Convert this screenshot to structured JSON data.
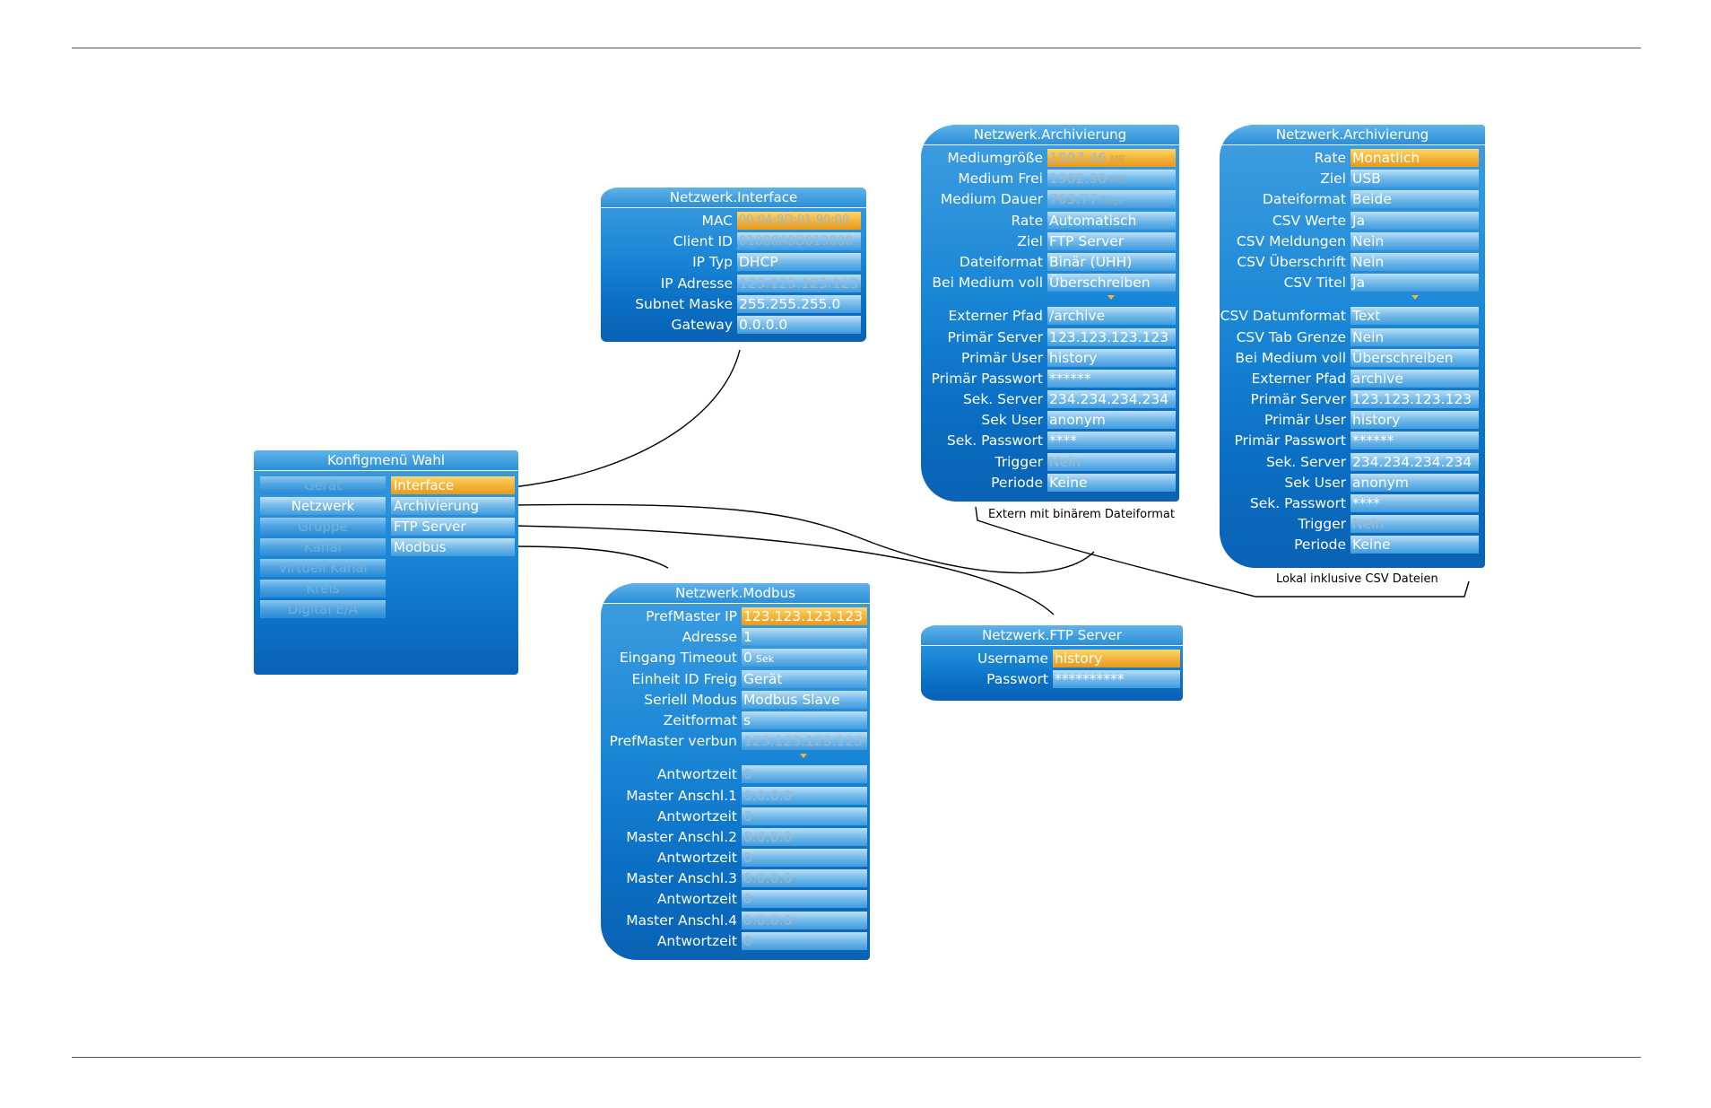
{
  "konfigmenu": {
    "title": "Konfigmenü Wahl",
    "left": [
      "Gerät",
      "Netzwerk",
      "Gruppe",
      "Kanal",
      "Virtuell Kanal",
      "Kreis",
      "Digital E/A"
    ],
    "right": [
      "Interface",
      "Archivierung",
      "FTP Server",
      "Modbus"
    ]
  },
  "interface_panel": {
    "title": "Netzwerk.Interface",
    "rows": [
      {
        "label": "MAC",
        "value": "00:0A:8D:01:90:00"
      },
      {
        "label": "Client ID",
        "value": "01000A8D019000"
      },
      {
        "label": "IP Typ",
        "value": "DHCP"
      },
      {
        "label": "IP Adresse",
        "value": "123.123.123.123"
      },
      {
        "label": "Subnet Maske",
        "value": "255.255.255.0"
      },
      {
        "label": "Gateway",
        "value": "0.0.0.0"
      }
    ]
  },
  "archiv1_panel": {
    "title": "Netzwerk.Archivierung",
    "rows_top": [
      {
        "label": "Mediumgröße",
        "value": "1907.46",
        "unit": "MB"
      },
      {
        "label": "Medium Frei",
        "value": "1902.90",
        "unit": "MB"
      },
      {
        "label": "Medium Dauer",
        "value": "763.77",
        "unit": "Tage"
      },
      {
        "label": "Rate",
        "value": "Automatisch"
      },
      {
        "label": "Ziel",
        "value": "FTP Server"
      },
      {
        "label": "Dateiformat",
        "value": "Binär (UHH)"
      },
      {
        "label": "Bei Medium voll",
        "value": "Überschreiben"
      }
    ],
    "rows_bottom": [
      {
        "label": "Externer Pfad",
        "value": "/archive"
      },
      {
        "label": "Primär Server",
        "value": "123.123.123.123"
      },
      {
        "label": "Primär User",
        "value": "history"
      },
      {
        "label": "Primär Passwort",
        "value": "******"
      },
      {
        "label": "Sek. Server",
        "value": "234.234.234.234"
      },
      {
        "label": "Sek User",
        "value": "anonym"
      },
      {
        "label": "Sek. Passwort",
        "value": "****"
      },
      {
        "label": "Trigger",
        "value": "Nein"
      },
      {
        "label": "Periode",
        "value": "Keine"
      }
    ],
    "caption": "Extern mit binärem Dateiformat"
  },
  "archiv2_panel": {
    "title": "Netzwerk.Archivierung",
    "rows_top": [
      {
        "label": "Rate",
        "value": "Monatlich"
      },
      {
        "label": "Ziel",
        "value": "USB"
      },
      {
        "label": "Dateiformat",
        "value": "Beide"
      },
      {
        "label": "CSV Werte",
        "value": "Ja"
      },
      {
        "label": "CSV Meldungen",
        "value": "Nein"
      },
      {
        "label": "CSV Überschrift",
        "value": "Nein"
      },
      {
        "label": "CSV Titel",
        "value": "Ja"
      }
    ],
    "rows_bottom": [
      {
        "label": "CSV Datumformat",
        "value": "Text"
      },
      {
        "label": "CSV Tab Grenze",
        "value": "Nein"
      },
      {
        "label": "Bei Medium voll",
        "value": "Überschreiben"
      },
      {
        "label": "Externer Pfad",
        "value": "archive"
      },
      {
        "label": "Primär Server",
        "value": "123.123.123.123"
      },
      {
        "label": "Primär User",
        "value": "history"
      },
      {
        "label": "Primär Passwort",
        "value": "******"
      },
      {
        "label": "Sek. Server",
        "value": "234.234.234.234"
      },
      {
        "label": "Sek User",
        "value": "anonym"
      },
      {
        "label": "Sek. Passwort",
        "value": "****"
      },
      {
        "label": "Trigger",
        "value": "Nein"
      },
      {
        "label": "Periode",
        "value": "Keine"
      }
    ],
    "caption": "Lokal inklusive CSV Dateien"
  },
  "ftp_panel": {
    "title": "Netzwerk.FTP Server",
    "rows": [
      {
        "label": "Username",
        "value": "history"
      },
      {
        "label": "Passwort",
        "value": "**********"
      }
    ]
  },
  "modbus_panel": {
    "title": "Netzwerk.Modbus",
    "rows_top": [
      {
        "label": "PrefMaster IP",
        "value": "123.123.123.123"
      },
      {
        "label": "Adresse",
        "value": "1"
      },
      {
        "label": "Eingang Timeout",
        "value": "0",
        "unit": "Sek"
      },
      {
        "label": "Einheit ID Freig",
        "value": "Gerät"
      },
      {
        "label": "Seriell Modus",
        "value": "Modbus Slave"
      },
      {
        "label": "Zeitformat",
        "value": "s"
      },
      {
        "label": "PrefMaster verbun",
        "value": "123.123.123.123"
      }
    ],
    "rows_bottom": [
      {
        "label": "Antwortzeit",
        "value": "0"
      },
      {
        "label": "Master Anschl.1",
        "value": "0.0.0.0"
      },
      {
        "label": "Antwortzeit",
        "value": "0"
      },
      {
        "label": "Master Anschl.2",
        "value": "0.0.0.0"
      },
      {
        "label": "Antwortzeit",
        "value": "0"
      },
      {
        "label": "Master Anschl.3",
        "value": "0.0.0.0"
      },
      {
        "label": "Antwortzeit",
        "value": "0"
      },
      {
        "label": "Master Anschl.4",
        "value": "0.0.0.0"
      },
      {
        "label": "Antwortzeit",
        "value": "0"
      }
    ]
  }
}
